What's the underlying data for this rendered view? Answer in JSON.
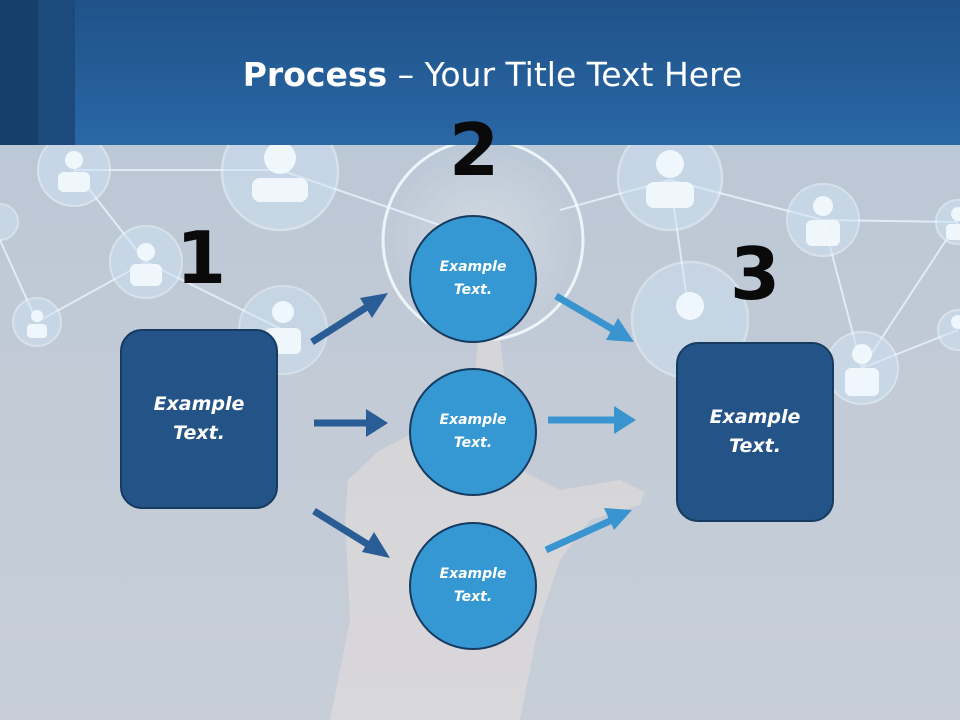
{
  "title": {
    "bold": "Process",
    "rest": " – Your Title Text Here"
  },
  "steps": {
    "one": "1",
    "two": "2",
    "three": "3"
  },
  "left_box": {
    "line1": "Example",
    "line2": "Text."
  },
  "circles": [
    {
      "line1": "Example",
      "line2": "Text."
    },
    {
      "line1": "Example",
      "line2": "Text."
    },
    {
      "line1": "Example",
      "line2": "Text."
    }
  ],
  "right_box": {
    "line1": "Example",
    "line2": "Text."
  },
  "colors": {
    "header": "#2a67a5",
    "box": "#245487",
    "circle": "#3598d2",
    "arrow_dark": "#2a5d96",
    "arrow_light": "#3a94d0"
  }
}
